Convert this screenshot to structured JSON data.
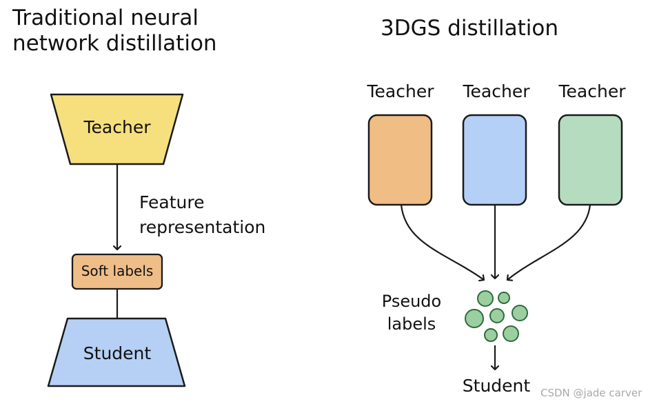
{
  "left": {
    "title_lines": [
      "Traditional neural",
      "network distillation"
    ],
    "teacher": "Teacher",
    "annotation_lines": [
      "Feature",
      "representation"
    ],
    "soft_labels": "Soft labels",
    "student": "Student"
  },
  "right": {
    "title": "3DGS distillation",
    "teachers": [
      {
        "label": "Teacher",
        "color": "#f0bd85"
      },
      {
        "label": "Teacher",
        "color": "#b5d0f7"
      },
      {
        "label": "Teacher",
        "color": "#b6dcc0"
      }
    ],
    "pseudo_lines": [
      "Pseudo",
      "labels"
    ],
    "student": "Student"
  },
  "colors": {
    "teacher_trapezoid": "#f6df7d",
    "soft_labels_box": "#efbd88",
    "student_trapezoid": "#b6cff4",
    "pseudo_dots": "#9ccf9f",
    "outline": "#1a1a1a"
  },
  "watermark": "CSDN @jade carver"
}
